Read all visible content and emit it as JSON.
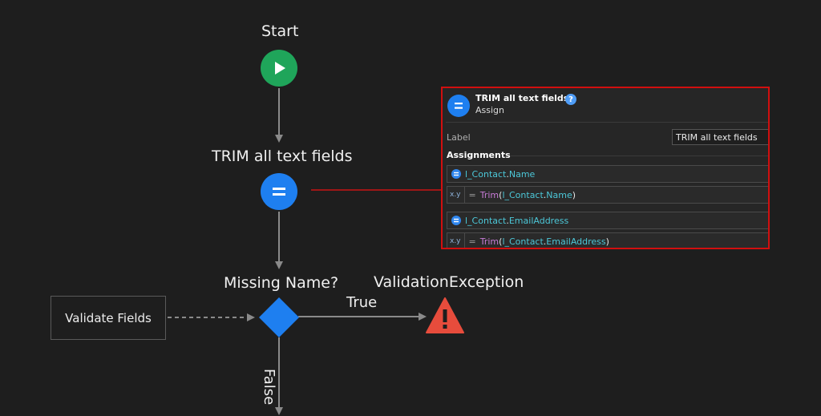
{
  "flow": {
    "start_label": "Start",
    "assign_label": "TRIM all text fields",
    "decision_label": "Missing Name?",
    "exception_label": "ValidationException",
    "validate_fields_label": "Validate Fields",
    "true_label": "True",
    "false_label": "False"
  },
  "panel": {
    "title": "TRIM all text fields",
    "subtitle": "Assign",
    "help": "?",
    "label_caption": "Label",
    "label_value": "TRIM all text fields",
    "assignments_heading": "Assignments",
    "assignments": [
      {
        "var_prefix": "l_Contact",
        "var_dot": ".",
        "var_field": "Name",
        "xy": "x.y",
        "eq": "=",
        "fn": "Trim",
        "open": "(",
        "arg_prefix": "l_Contact",
        "arg_dot": ".",
        "arg_field": "Name",
        "close": ")"
      },
      {
        "var_prefix": "l_Contact",
        "var_dot": ".",
        "var_field": "EmailAddress",
        "xy": "x.y",
        "eq": "=",
        "fn": "Trim",
        "open": "(",
        "arg_prefix": "l_Contact",
        "arg_dot": ".",
        "arg_field": "EmailAddress",
        "close": ")"
      }
    ]
  },
  "colors": {
    "start": "#1fa55a",
    "assign": "#1e7ff0",
    "decision": "#1e7ff0",
    "exception": "#e74c3c",
    "panel_border": "#d10f0f"
  }
}
